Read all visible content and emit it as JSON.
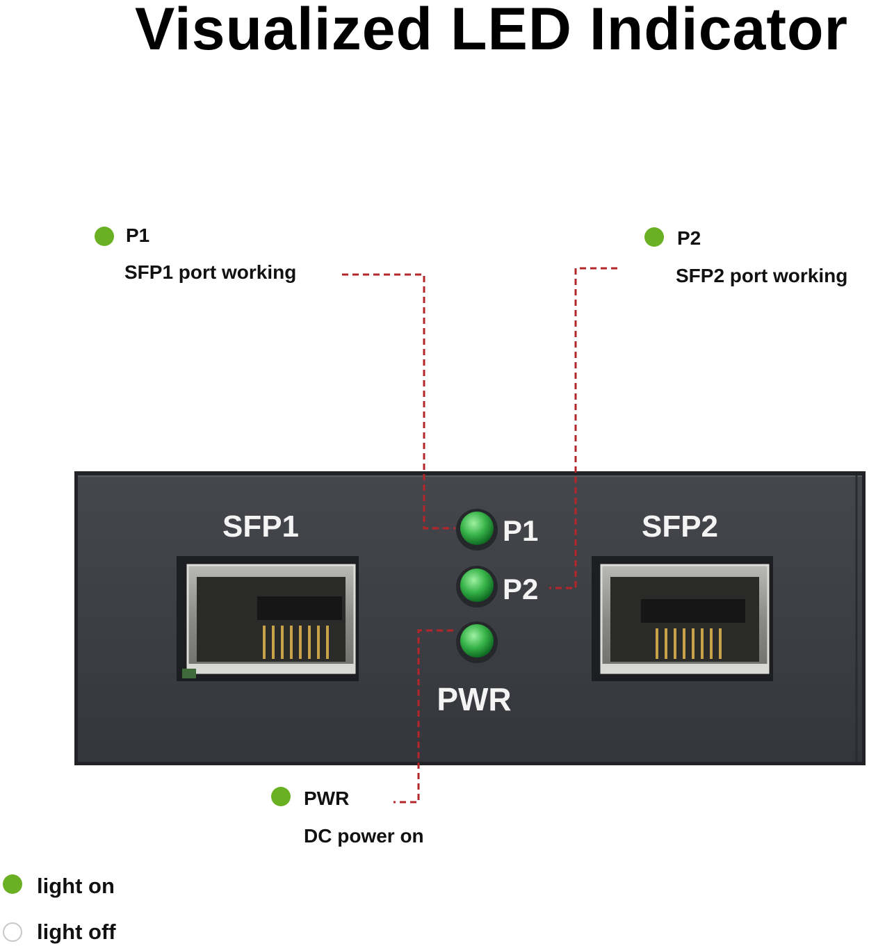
{
  "title": "Visualized LED Indicator",
  "colors": {
    "led_on": "#6ab023",
    "led_off": "#ffffff",
    "leader_line": "#b5262a",
    "panel": "#3a3c41"
  },
  "callouts": [
    {
      "name": "P1",
      "description": "SFP1 port working"
    },
    {
      "name": "P2",
      "description": "SFP2 port working"
    },
    {
      "name": "PWR",
      "description": "DC power on"
    }
  ],
  "device": {
    "port_labels": [
      "SFP1",
      "SFP2"
    ],
    "led_labels": [
      "P1",
      "P2",
      "PWR"
    ]
  },
  "legend": [
    {
      "state": "on",
      "label": "light on"
    },
    {
      "state": "off",
      "label": "light off"
    }
  ]
}
